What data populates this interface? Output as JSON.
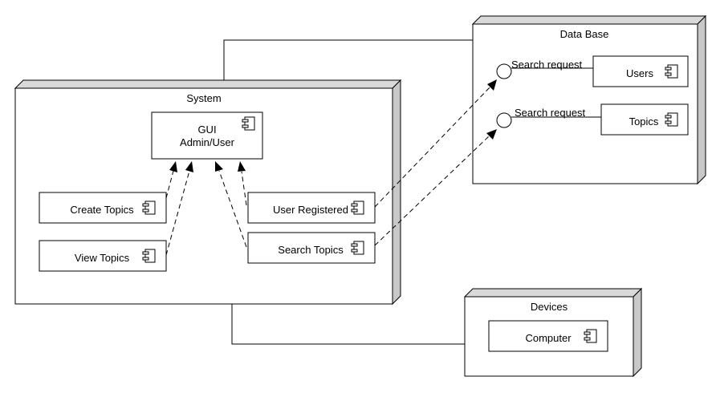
{
  "nodes": {
    "system": {
      "title": "System"
    },
    "database": {
      "title": "Data Base"
    },
    "devices": {
      "title": "Devices"
    }
  },
  "components": {
    "gui": {
      "line1": "GUI",
      "line2": "Admin/User"
    },
    "create_topics": {
      "label": "Create Topics"
    },
    "view_topics": {
      "label": "View Topics"
    },
    "user_registered": {
      "label": "User Registered"
    },
    "search_topics": {
      "label": "Search Topics"
    },
    "users": {
      "label": "Users"
    },
    "topics": {
      "label": "Topics"
    },
    "computer": {
      "label": "Computer"
    }
  },
  "interfaces": {
    "users_request": {
      "label": "Search request"
    },
    "topics_request": {
      "label": "Search request"
    }
  }
}
